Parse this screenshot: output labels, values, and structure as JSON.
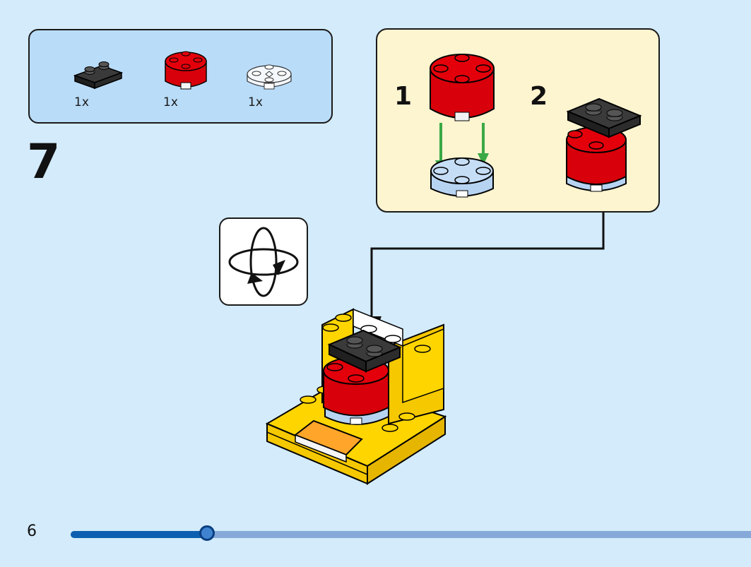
{
  "parts_list": {
    "items": [
      {
        "name": "black-plate-1x2",
        "qty": "1x",
        "color": "#2a2a2a"
      },
      {
        "name": "red-round-brick-2x2",
        "qty": "1x",
        "color": "#e3000b"
      },
      {
        "name": "transparent-round-plate-2x2",
        "qty": "1x",
        "color": "#e8f1fb"
      }
    ]
  },
  "step": {
    "number": "7"
  },
  "submodel": {
    "substeps": [
      {
        "number": "1"
      },
      {
        "number": "2"
      }
    ],
    "background": "#fdf4d0"
  },
  "rotate_hint": {
    "icon": "rotate-model-icon"
  },
  "footer": {
    "page_number": "6",
    "progress": 0.2
  },
  "colors": {
    "page_background": "#d3ebfa",
    "parts_background": "#b9dcf8",
    "progress_track": "#86a9da",
    "progress_fill": "#0c5fb0",
    "arrow_green": "#3aa845"
  }
}
